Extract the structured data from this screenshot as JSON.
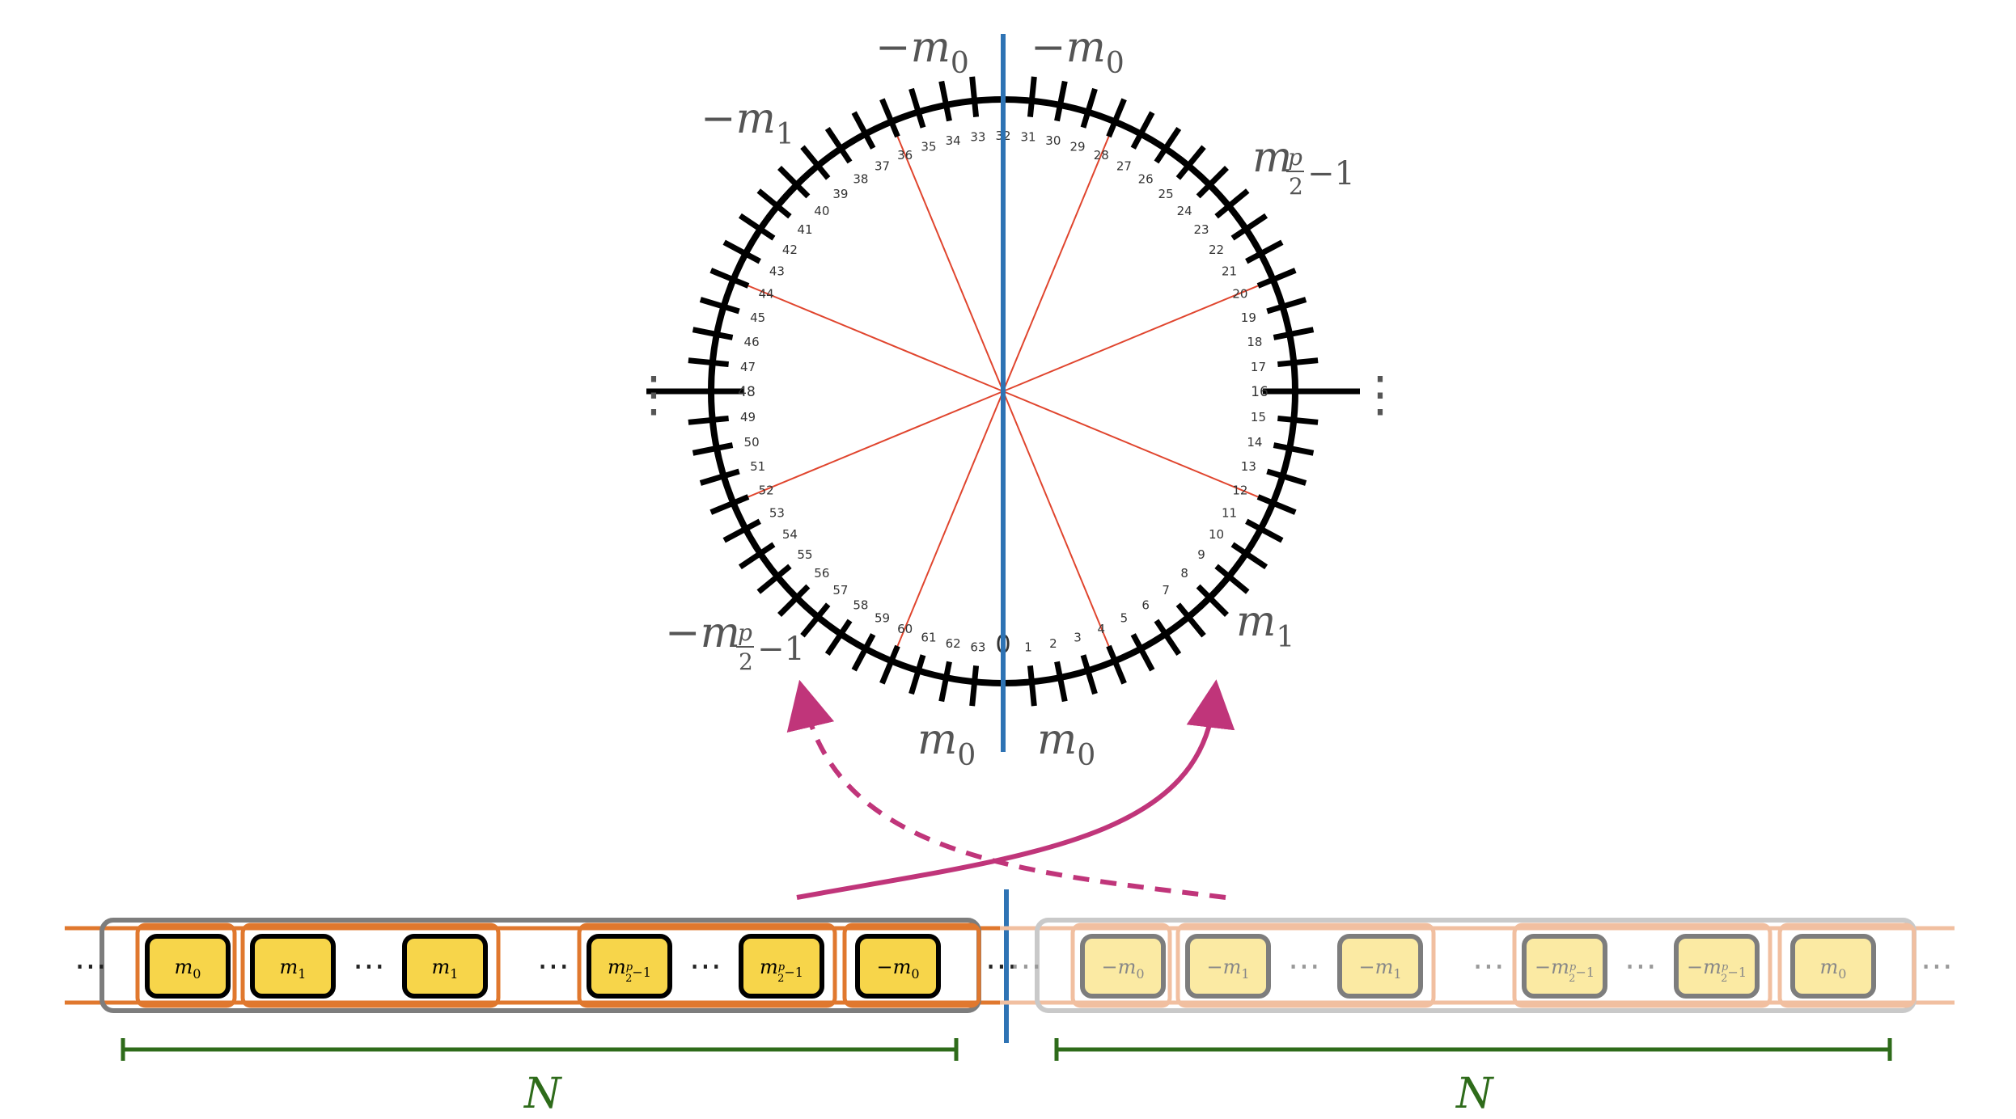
{
  "clock": {
    "tick_count": 64,
    "tick_labels": [
      "0",
      "1",
      "2",
      "3",
      "4",
      "5",
      "6",
      "7",
      "8",
      "9",
      "10",
      "11",
      "12",
      "13",
      "14",
      "15",
      "16",
      "17",
      "18",
      "19",
      "20",
      "21",
      "22",
      "23",
      "24",
      "25",
      "26",
      "27",
      "28",
      "29",
      "30",
      "31",
      "32",
      "33",
      "34",
      "35",
      "36",
      "37",
      "38",
      "39",
      "40",
      "41",
      "42",
      "43",
      "44",
      "45",
      "46",
      "47",
      "48",
      "49",
      "50",
      "51",
      "52",
      "53",
      "54",
      "55",
      "56",
      "57",
      "58",
      "59",
      "60",
      "61",
      "62",
      "63"
    ],
    "highlighted_ticks": [
      4,
      12,
      20,
      28,
      36,
      44,
      52,
      60
    ],
    "major_ticks": [
      0,
      16,
      32,
      48
    ]
  },
  "labels": {
    "top_left": "−m",
    "top_left_sub": "0",
    "top_right": "−m",
    "top_right_sub": "0",
    "upper_left": "−m",
    "upper_left_sub": "1",
    "upper_right": "m",
    "upper_right_sub_frac_num": "p",
    "upper_right_sub_frac_den": "2",
    "upper_right_sub_tail": "−1",
    "lower_left": "−m",
    "lower_left_sub_frac_num": "p",
    "lower_left_sub_frac_den": "2",
    "lower_left_sub_tail": "−1",
    "lower_right": "m",
    "lower_right_sub": "1",
    "bottom_left": "m",
    "bottom_left_sub": "0",
    "bottom_right": "m",
    "bottom_right_sub": "0",
    "left_ellipsis": "⋮",
    "right_ellipsis": "⋮"
  },
  "strip_left": {
    "leading_dots": "⋯",
    "trailing_dots": "⋯",
    "cells": [
      {
        "text": "m",
        "sub": "0"
      },
      {
        "text": "m",
        "sub": "1"
      },
      {
        "text": "m",
        "sub": "1"
      },
      {
        "text": "m",
        "sub_frac_num": "p",
        "sub_frac_den": "2",
        "sub_tail": "−1"
      },
      {
        "text": "m",
        "sub_frac_num": "p",
        "sub_frac_den": "2",
        "sub_tail": "−1"
      },
      {
        "text": "−m",
        "sub": "0"
      }
    ],
    "between_dots": [
      "⋯",
      "⋯",
      "⋯"
    ]
  },
  "strip_right": {
    "leading_dots": "⋯",
    "trailing_dots": "⋯",
    "cells": [
      {
        "text": "−m",
        "sub": "0"
      },
      {
        "text": "−m",
        "sub": "1"
      },
      {
        "text": "−m",
        "sub": "1"
      },
      {
        "text": "−m",
        "sub_frac_num": "p",
        "sub_frac_den": "2",
        "sub_tail": "−1"
      },
      {
        "text": "−m",
        "sub_frac_num": "p",
        "sub_frac_den": "2",
        "sub_tail": "−1"
      },
      {
        "text": "m",
        "sub": "0"
      }
    ],
    "between_dots": [
      "⋯",
      "⋯",
      "⋯"
    ]
  },
  "brackets": {
    "left_label": "N",
    "right_label": "N"
  },
  "colors": {
    "tick": "#000000",
    "axis_blue": "#2e73b4",
    "radial_red": "#e0452e",
    "arrow_magenta": "#c0357a",
    "cell_fill": "#f7d54a",
    "cell_fill_faded": "#fbeaa3",
    "pair_orange": "#e0782e",
    "pair_orange_faded": "#f1bfa0",
    "strip_gray": "#7d7d7d",
    "strip_gray_faded": "#c9c9c9",
    "bracket_green": "#2e6b1a",
    "label_gray": "#555555"
  }
}
